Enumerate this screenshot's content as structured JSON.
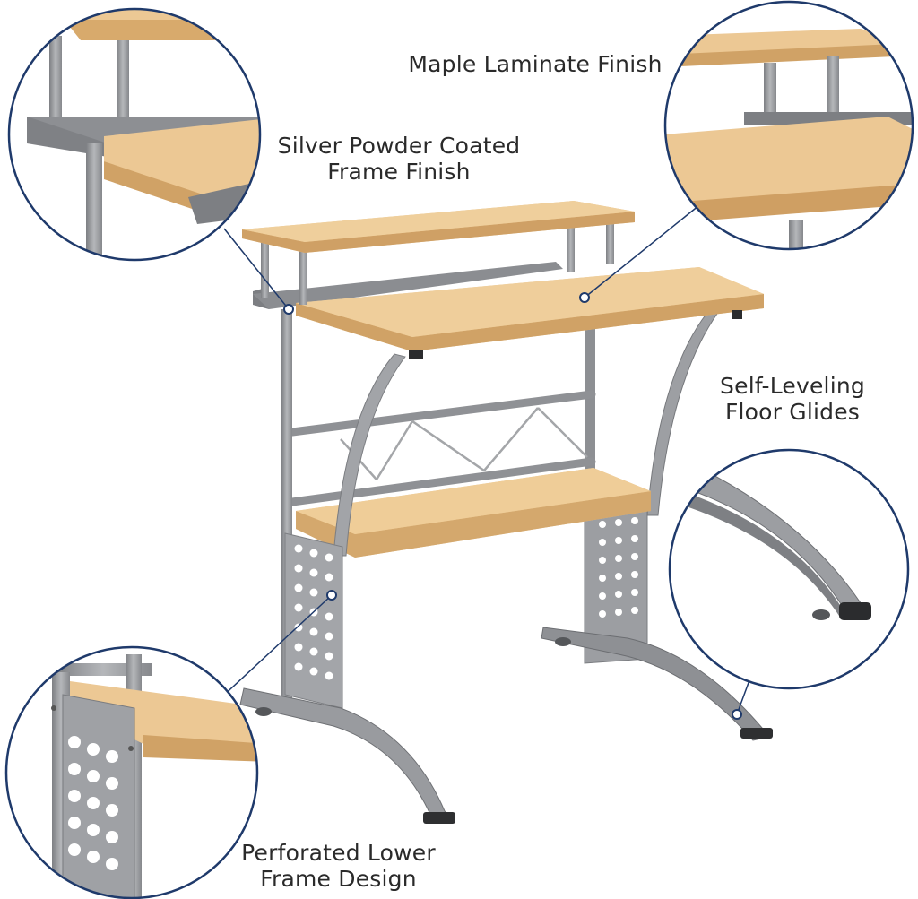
{
  "callouts": {
    "maple": {
      "line1": "Maple Laminate Finish"
    },
    "silver": {
      "line1": "Silver Powder Coated",
      "line2": "Frame Finish"
    },
    "glides": {
      "line1": "Self-Leveling",
      "line2": "Floor Glides"
    },
    "perforated": {
      "line1": "Perforated Lower",
      "line2": "Frame Design"
    }
  },
  "colors": {
    "wood_top": "#ecc894",
    "wood_edge": "#c99d62",
    "wood_dark": "#b98a52",
    "metal": "#9a9ca0",
    "metal_dark": "#6f7175",
    "metal_light": "#c4c6c9",
    "callout_ring": "#1f3a6b",
    "leader": "#1f3a6b"
  }
}
